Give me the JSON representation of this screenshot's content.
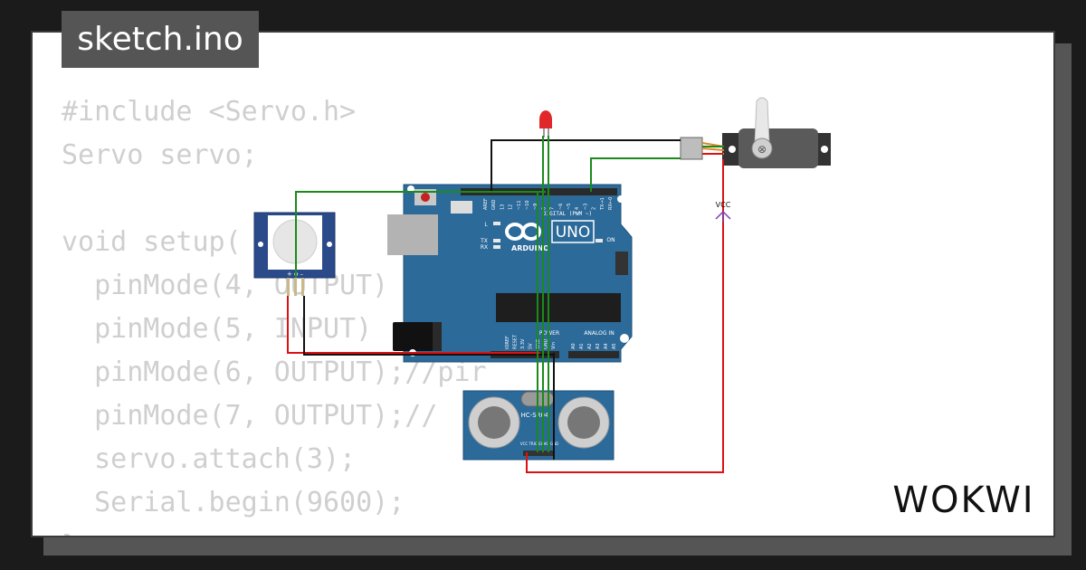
{
  "file_tab": {
    "label": "sketch.ino"
  },
  "code": [
    "#include <Servo.h>",
    "Servo servo;",
    "",
    "void setup(",
    "  pinMode(4, OUTPUT)",
    "  pinMode(5, INPUT)",
    "  pinMode(6, OUTPUT);//pir",
    "  pinMode(7, OUTPUT);//",
    "  servo.attach(3);",
    "  Serial.begin(9600);",
    "}"
  ],
  "arduino": {
    "brand": "ARDUINO",
    "model": "UNO",
    "digital_header": "DIGITAL (PWM ~)",
    "power_header": "POWER",
    "analog_header": "ANALOG IN",
    "on_label": "ON",
    "led_l": "L",
    "led_tx": "TX",
    "led_rx": "RX",
    "digital_pins": [
      "AREF",
      "GND",
      "13",
      "12",
      "~11",
      "~10",
      "~9",
      "8",
      "7",
      "~6",
      "~5",
      "4",
      "~3",
      "2",
      "TX→1",
      "RX←0"
    ],
    "power_pins": [
      "IOREF",
      "RESET",
      "3.3V",
      "5V",
      "GND",
      "GND",
      "Vin"
    ],
    "analog_pins": [
      "A0",
      "A1",
      "A2",
      "A3",
      "A4",
      "A5"
    ]
  },
  "pir": {
    "pins": "+ o –"
  },
  "ultrasonic": {
    "label": "HC-SR04",
    "pins": "VCC TRIG ECHO GND"
  },
  "vcc_label": "VCC",
  "logo": "WOKWI",
  "colors": {
    "background": "#1b1b1b",
    "board": "#2c6a9a",
    "wire_green": "#1a8a1a",
    "wire_red": "#dd1111",
    "wire_black": "#111111",
    "led": "#e0282a",
    "code_text": "#cfcfcf"
  }
}
